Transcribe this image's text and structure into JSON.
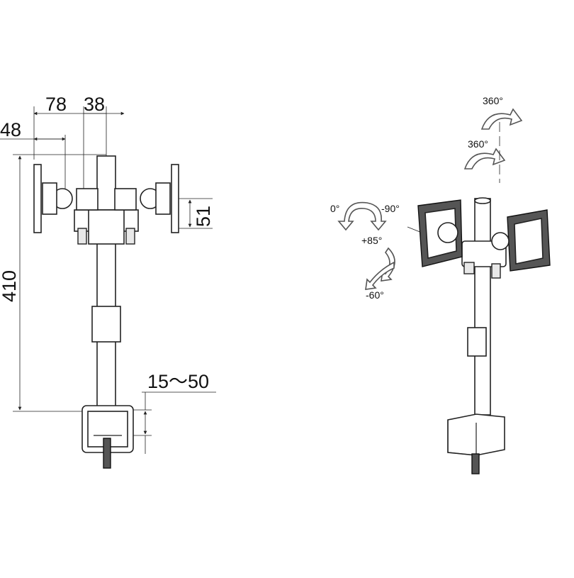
{
  "front_view": {
    "dimensions": {
      "width_78": "78",
      "width_38": "38",
      "offset_48": "48",
      "height_51": "51",
      "height_410": "410",
      "clamp_range": "15～50"
    }
  },
  "perspective_view": {
    "rotations": {
      "top_360": "360°",
      "arm_360": "360°",
      "swivel_left": "0°",
      "swivel_right": "-90°",
      "tilt_up": "+85°",
      "tilt_down": "-60°"
    }
  }
}
